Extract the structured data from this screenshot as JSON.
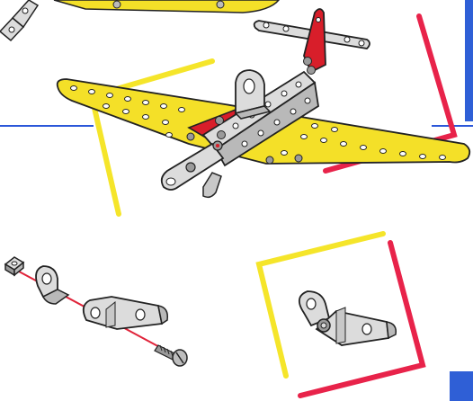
{
  "colors": {
    "background": "#ffffff",
    "accent_blue": "#2b57d9",
    "frame_yellow": "#f5e52a",
    "frame_red": "#e8234a",
    "plate_yellow": "#f4e028",
    "plate_red": "#d81e2a",
    "metal": "#dcdcdc",
    "metal_shadow": "#8c8c8c",
    "outline": "#222222",
    "hole": "#ffffff",
    "bolt": "#9a9a9a",
    "assembly_line": "#e0243a",
    "corner_panel": "#2f5fd6"
  },
  "icons": {
    "airplane": "airplane-model-icon",
    "square_nut": "square-nut-icon",
    "angle_bracket": "angle-bracket-icon",
    "double_bracket": "double-bracket-icon",
    "bolt": "bolt-icon",
    "assembled_bracket": "assembled-bracket-icon"
  },
  "parts_exploded": [
    "square_nut",
    "angle_bracket",
    "double_bracket",
    "bolt"
  ]
}
